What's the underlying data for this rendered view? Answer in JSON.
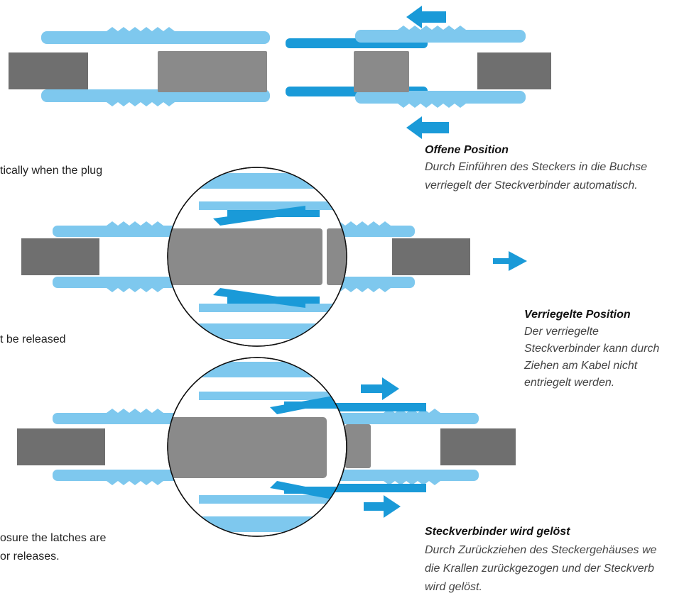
{
  "colors": {
    "light_blue": "#7ec8ee",
    "blue": "#1a9ad8",
    "gray": "#8a8a8a",
    "dark_gray": "#6f6f6f"
  },
  "left_texts": {
    "open_partial": "tically when the plug",
    "locked_partial": "t be released",
    "release_partial_1": "osure the latches are",
    "release_partial_2": "or releases."
  },
  "captions": {
    "open": {
      "title": "Offene Position",
      "line1": "Durch Einführen des Steckers in die Buchse",
      "line2": "verriegelt der Steckverbinder automatisch."
    },
    "locked": {
      "title": "Verriegelte Position",
      "line1": "Der verriegelte",
      "line2": "Steckverbinder kann durch",
      "line3": "Ziehen am Kabel nicht",
      "line4": "entriegelt werden."
    },
    "release": {
      "title": "Steckverbinder wird gelöst",
      "line1": "Durch Zurückziehen des Steckergehäuses we",
      "line2": "die Krallen zurückgezogen und der Steckverb",
      "line3": "wird gelöst."
    }
  }
}
